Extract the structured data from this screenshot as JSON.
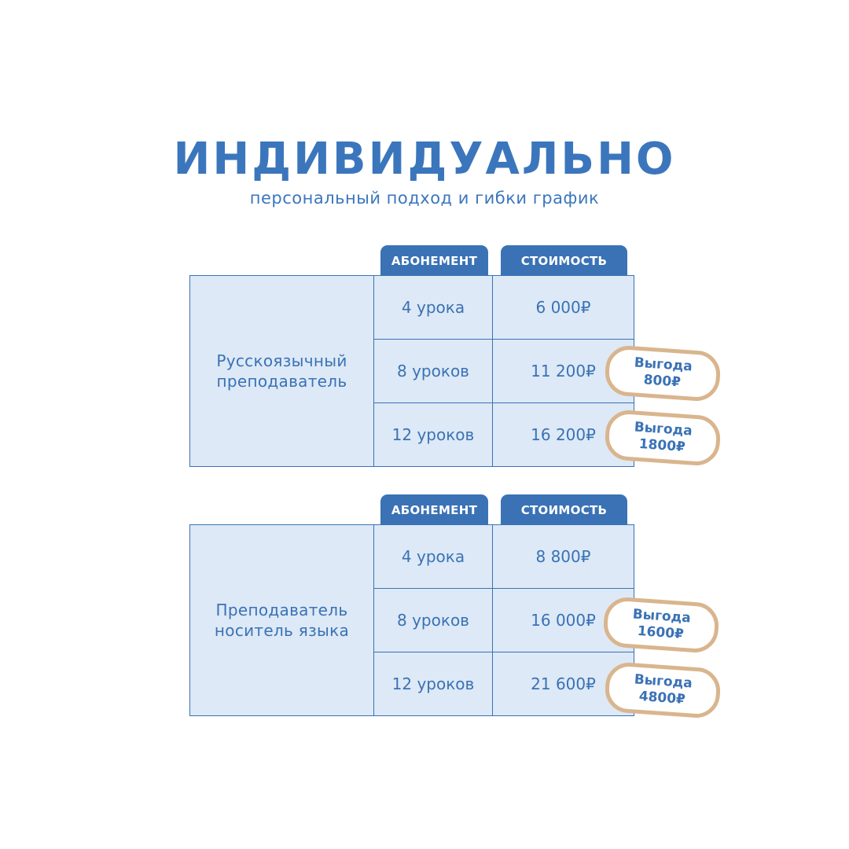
{
  "title": "ИНДИВИДУАЛЬНО",
  "subtitle": "персональный подход и гибки график",
  "tables": [
    {
      "header_subscription": "АБОНЕМЕНТ",
      "header_cost": "СТОИМОСТЬ",
      "teacher": "Русскоязычный преподаватель",
      "rows": [
        {
          "lessons": "4 урока",
          "price": "6 000₽"
        },
        {
          "lessons": "8 уроков",
          "price": "11 200₽",
          "badge_label": "Выгода",
          "badge_value": "800₽"
        },
        {
          "lessons": "12 уроков",
          "price": "16 200₽",
          "badge_label": "Выгода",
          "badge_value": "1800₽"
        }
      ]
    },
    {
      "header_subscription": "АБОНЕМЕНТ",
      "header_cost": "СТОИМОСТЬ",
      "teacher": "Преподаватель носитель языка",
      "rows": [
        {
          "lessons": "4 урока",
          "price": "8 800₽"
        },
        {
          "lessons": "8 уроков",
          "price": "16 000₽",
          "badge_label": "Выгода",
          "badge_value": "1600₽"
        },
        {
          "lessons": "12 уроков",
          "price": "21 600₽",
          "badge_label": "Выгода",
          "badge_value": "4800₽"
        }
      ]
    }
  ],
  "colors": {
    "primary": "#3a72b5",
    "cell_bg": "#dde9f6",
    "badge_border": "#d9b58e"
  }
}
